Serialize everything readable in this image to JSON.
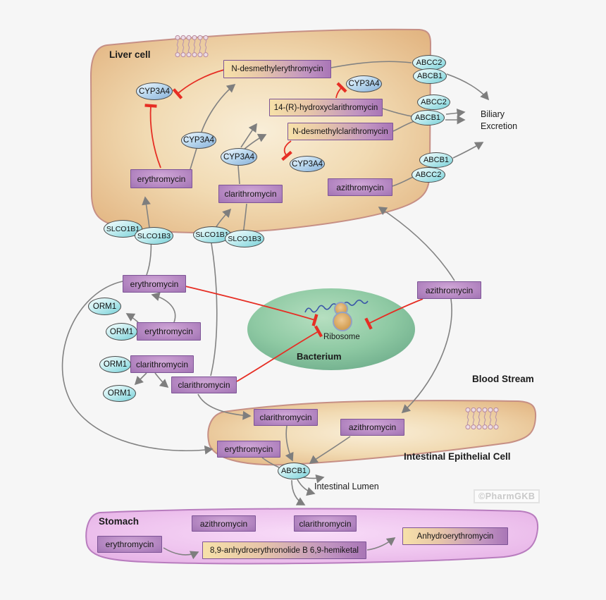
{
  "labels": {
    "liver_cell": "Liver cell",
    "blood_stream": "Blood Stream",
    "intestinal_cell": "Intestinal Epithelial Cell",
    "intestinal_lumen": "Intestinal Lumen",
    "stomach": "Stomach",
    "bacterium": "Bacterium",
    "ribosome": "Ribosome",
    "biliary_excretion": "Biliary Excretion",
    "watermark": "©PharmGKB"
  },
  "drugs": {
    "erythromycin": "erythromycin",
    "clarithromycin": "clarithromycin",
    "azithromycin": "azithromycin"
  },
  "metabolites": {
    "n_desmethylerythromycin": "N-desmethylerythromycin",
    "hydroxyclarithromycin": "14-(R)-hydroxyclarithromycin",
    "n_desmethylclarithromycin": "N-desmethylclarithromycin",
    "anhydro_hemiketal": "8,9-anhydroerythronolide B 6,9-hemiketal",
    "anhydroerythromycin": "Anhydroerythromycin"
  },
  "genes": {
    "cyp3a4": "CYP3A4",
    "abcb1": "ABCB1",
    "abcc2": "ABCC2",
    "slco1b1": "SLCO1B1",
    "slco1b3": "SLCO1B3",
    "orm1": "ORM1"
  },
  "colors": {
    "background": "#f6f6f6",
    "cell_fill": "#e8c294",
    "cell_border": "#c18a80",
    "stomach_fill": "#eec3ee",
    "stomach_border": "#b87cbe",
    "drug_box_purple": "#b88cc4",
    "metabolite_cream": "#f7e1a9",
    "enzyme_oval_blue": "#a9cce9",
    "transporter_oval_cyan": "#9fe0e4",
    "bacterium_green": "#8fcaa4",
    "flow_arrow_gray": "#828282",
    "inhibition_red": "#e62e24"
  }
}
